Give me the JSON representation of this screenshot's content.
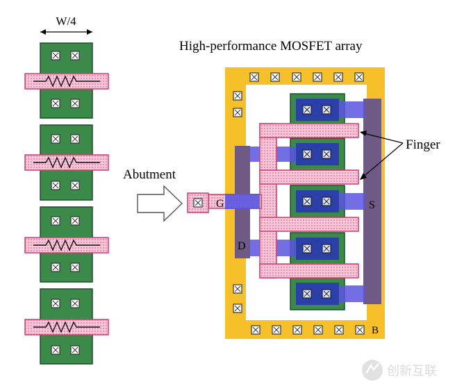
{
  "width_label": "W/4",
  "title": "High-performance MOSFET array",
  "abutment_label": "Abutment",
  "finger_label": "Finger",
  "gate_label": "G",
  "drain_label": "D",
  "source_label": "S",
  "body_label": "B",
  "watermark_text": "创新互联",
  "colors": {
    "active": "#3c8a4a",
    "active_border": "#1d4d26",
    "poly": "#f1b4cc",
    "poly_border": "#d23c6c",
    "guard_ring": "#f5c02a",
    "metal": "#6b5bd6",
    "dark_metal": "#6e5a84",
    "contact_border": "#333333"
  },
  "icons": [
    "contact-icon",
    "resistor-icon",
    "arrow-icon",
    "watermark-logo-icon"
  ]
}
